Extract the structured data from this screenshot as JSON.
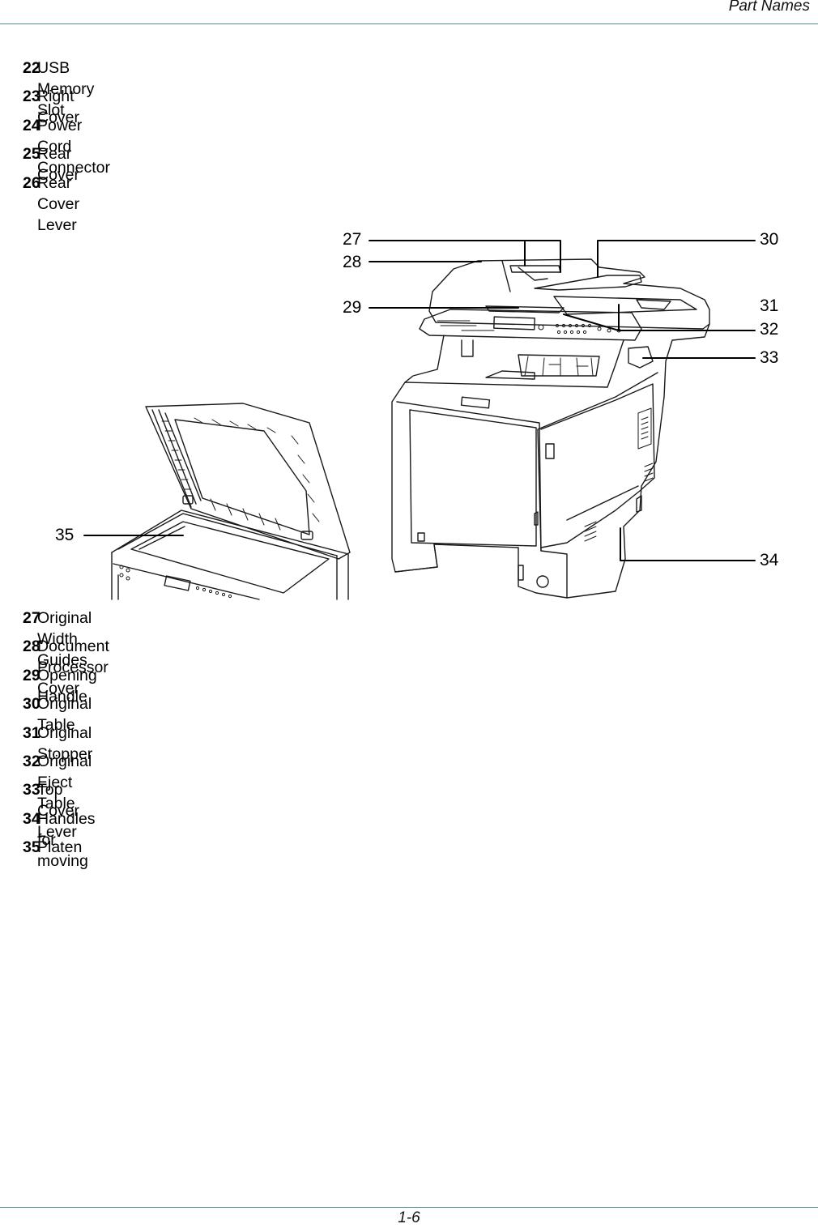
{
  "header": {
    "section_title": "Part Names"
  },
  "footer": {
    "page_number": "1-6"
  },
  "legend_top": [
    {
      "num": "22",
      "label": "USB Memory Slot"
    },
    {
      "num": "23",
      "label": "Right Cover"
    },
    {
      "num": "24",
      "label": "Power Cord Connector"
    },
    {
      "num": "25",
      "label": "Rear Cover"
    },
    {
      "num": "26",
      "label": "Rear Cover Lever"
    }
  ],
  "figure": {
    "callouts": {
      "c27": "27",
      "c28": "28",
      "c29": "29",
      "c30": "30",
      "c31": "31",
      "c32": "32",
      "c33": "33",
      "c34": "34",
      "c35": "35"
    }
  },
  "legend_bottom": [
    {
      "num": "27",
      "label": "Original Width Guides"
    },
    {
      "num": "28",
      "label": "Document Processor Cover"
    },
    {
      "num": "29",
      "label": "Opening Handle"
    },
    {
      "num": "30",
      "label": "Original Table"
    },
    {
      "num": "31",
      "label": "Original Stopper"
    },
    {
      "num": "32",
      "label": "Original Eject Table"
    },
    {
      "num": "33",
      "label": "Top Cover Lever"
    },
    {
      "num": "34",
      "label": "Handles for moving"
    },
    {
      "num": "35",
      "label": "Platen"
    }
  ]
}
